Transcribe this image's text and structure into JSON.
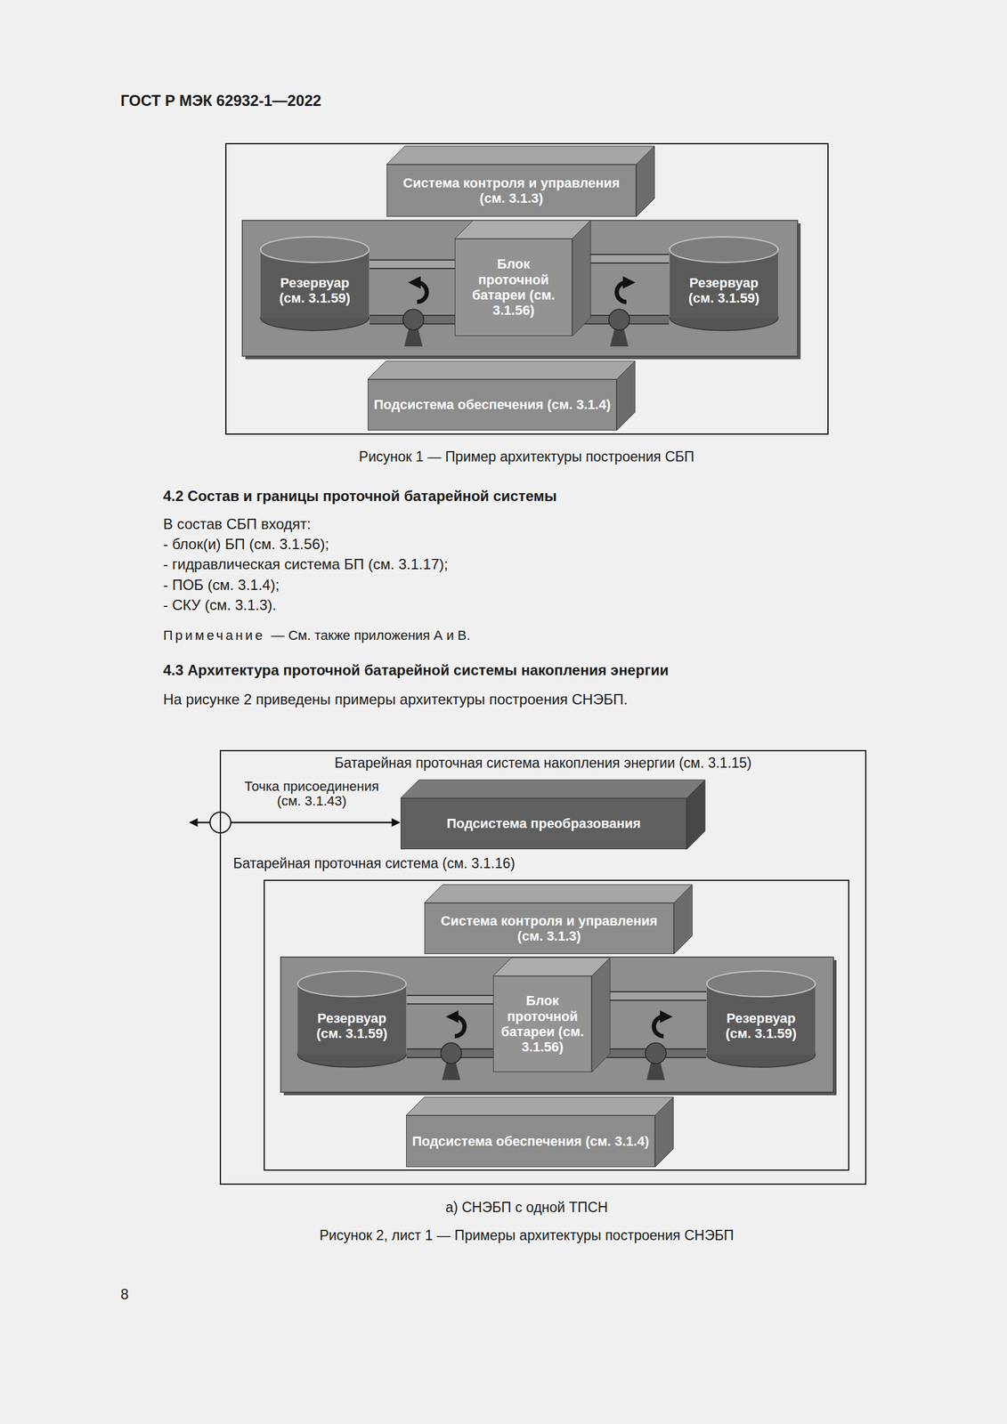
{
  "diagram": {
    "nodes": [
      {
        "text": [
          "Система контроля и управления (см. 3.1.3)"
        ]
      },
      {
        "text": [
          "Резервуар (см. 3.1.59)"
        ]
      },
      {
        "text": [
          "Блок проточной батареи (см. 3.1.56)"
        ]
      },
      {
        "text": [
          "Резервуар (см. 3.1.59)"
        ]
      },
      {
        "text": [
          "Подсистема обеспечения (см. 3.1.4)"
        ]
      },
      {
        "text": [
          "Батарейная проточная система накопления энергии (см. 3.1.15)"
        ]
      },
      {
        "text": [
          "Подсистема преобразования"
        ],
        "in": 5
      },
      {
        "text": [
          "Батарейная проточная система (см. 3.1.16)"
        ],
        "in": 5
      },
      {
        "text": [
          "Система контроля и управления (см. 3.1.3)"
        ],
        "in": 7
      },
      {
        "text": [
          "Резервуар (см. 3.1.59)"
        ],
        "in": 7
      },
      {
        "text": [
          "Блок проточной батареи (см. 3.1.56)"
        ],
        "in": 7
      },
      {
        "text": [
          "Резервуар (см. 3.1.59)"
        ],
        "in": 7
      },
      {
        "text": [
          "Подсистема обеспечения (см. 3.1.4)"
        ],
        "in": 7
      }
    ],
    "edges": [
      {
        "from": 1,
        "to": 2,
        "arrow": "none"
      },
      {
        "from": 1,
        "to": 2,
        "arrow": "none"
      },
      {
        "from": 2,
        "to": 3,
        "arrow": "none"
      },
      {
        "from": 2,
        "to": 3,
        "arrow": "none"
      },
      {
        "from": 9,
        "to": 10,
        "arrow": "none"
      },
      {
        "from": 9,
        "to": 10,
        "arrow": "none"
      },
      {
        "from": 10,
        "to": 11,
        "arrow": "none"
      },
      {
        "from": 10,
        "to": 11,
        "arrow": "none"
      }
    ],
    "labels": [
      "ГОСТ Р МЭК 62932-1—2022",
      "Рисунок 1 — Пример архитектуры построения СБП",
      "4.2 Состав и границы проточной батарейной системы",
      "В состав СБП входят:",
      "- блок(и) БП (см. 3.1.56);",
      "- гидравлическая система БП (см. 3.1.17);",
      "- ПОБ (см. 3.1.4);",
      "- СКУ (см. 3.1.3).",
      "Примечание",
      "— См. также приложения А и В.",
      "4.3 Архитектура проточной батарейной системы накопления энергии",
      "На рисунке 2 приведены примеры архитектуры построения СНЭБП.",
      "Точка присоединения (см. 3.1.43)",
      "а) СНЭБП с одной ТПСН",
      "Рисунок 2, лист 1 — Примеры архитектуры построения СНЭБП",
      "8"
    ]
  }
}
